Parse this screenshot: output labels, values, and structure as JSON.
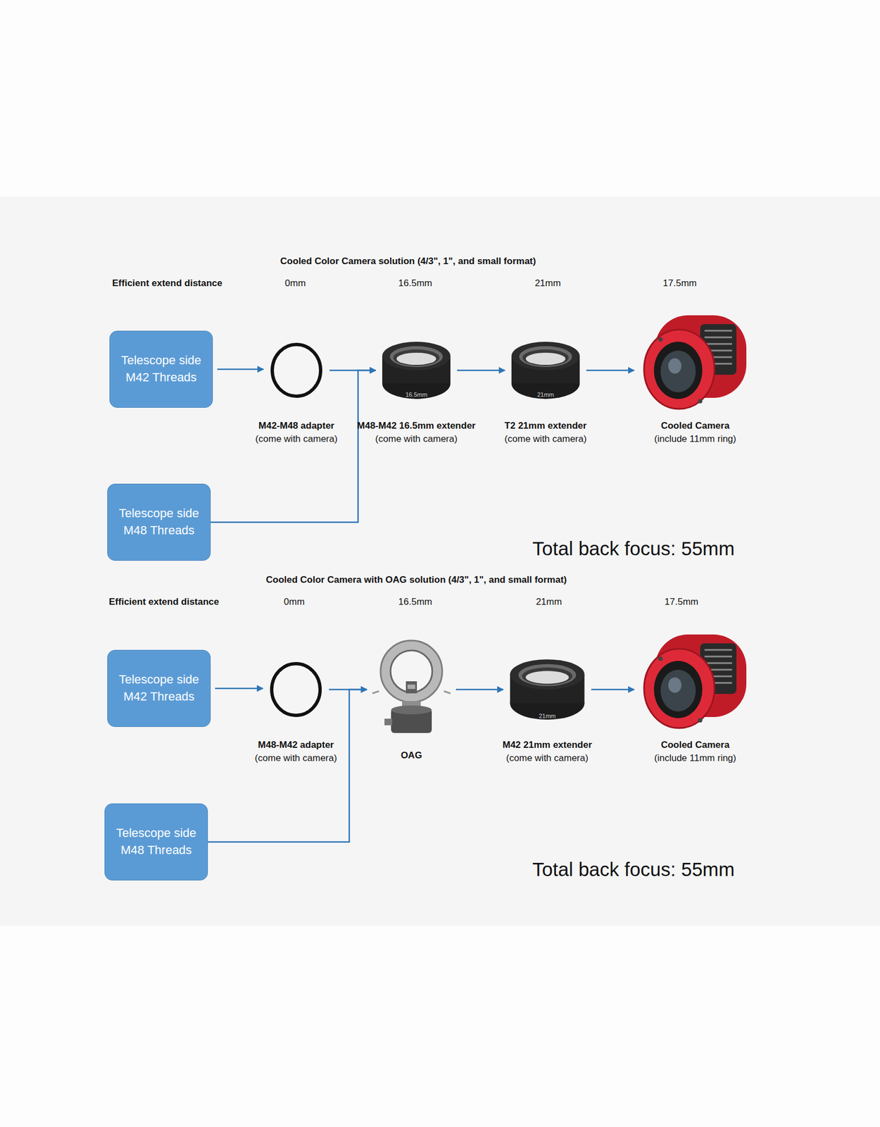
{
  "diagram": {
    "nodes": [
      {
        "text": [
          "Telescope side M42 Threads"
        ]
      },
      {
        "text": [
          "M42-M48 adapter",
          "(come with camera)"
        ]
      },
      {
        "text": [
          "M48-M42 16.5mm extender",
          "(come with camera)"
        ]
      },
      {
        "text": [
          "T2 21mm extender",
          "(come with camera)"
        ]
      },
      {
        "text": [
          "Cooled Camera",
          "(include 11mm ring)"
        ]
      },
      {
        "text": [
          "Telescope side M48 Threads"
        ]
      },
      {
        "text": [
          "Telescope side M42 Threads"
        ]
      },
      {
        "text": [
          "M48-M42 adapter",
          "(come with camera)"
        ]
      },
      {
        "text": [
          "OAG"
        ]
      },
      {
        "text": [
          "M42 21mm extender",
          "(come with camera)"
        ]
      },
      {
        "text": [
          "Cooled Camera",
          "(include 11mm ring)"
        ]
      },
      {
        "text": [
          "Telescope side M48 Threads"
        ]
      }
    ],
    "edges": [
      {
        "from": 0,
        "to": 1,
        "arrow": "to"
      },
      {
        "from": 1,
        "to": 2,
        "arrow": "to"
      },
      {
        "from": 5,
        "to": 2,
        "arrow": "to"
      },
      {
        "from": 2,
        "to": 3,
        "arrow": "to"
      },
      {
        "from": 3,
        "to": 4,
        "arrow": "to"
      },
      {
        "from": 6,
        "to": 7,
        "arrow": "to"
      },
      {
        "from": 7,
        "to": 8,
        "arrow": "to"
      },
      {
        "from": 11,
        "to": 8,
        "arrow": "to"
      },
      {
        "from": 8,
        "to": 9,
        "arrow": "to"
      },
      {
        "from": 9,
        "to": 10,
        "arrow": "to"
      }
    ],
    "labels": [
      "Cooled Color Camera solution (4/3\", 1\", and small format)",
      "Efficient extend distance",
      "0mm",
      "16.5mm",
      "21mm",
      "17.5mm",
      "16.5mm",
      "21mm",
      "Total back focus: 55mm",
      "Cooled Color Camera with OAG solution (4/3\", 1\", and small format)",
      "Efficient extend distance",
      "0mm",
      "16.5mm",
      "21mm",
      "17.5mm",
      "21mm",
      "Total back focus: 55mm"
    ]
  }
}
